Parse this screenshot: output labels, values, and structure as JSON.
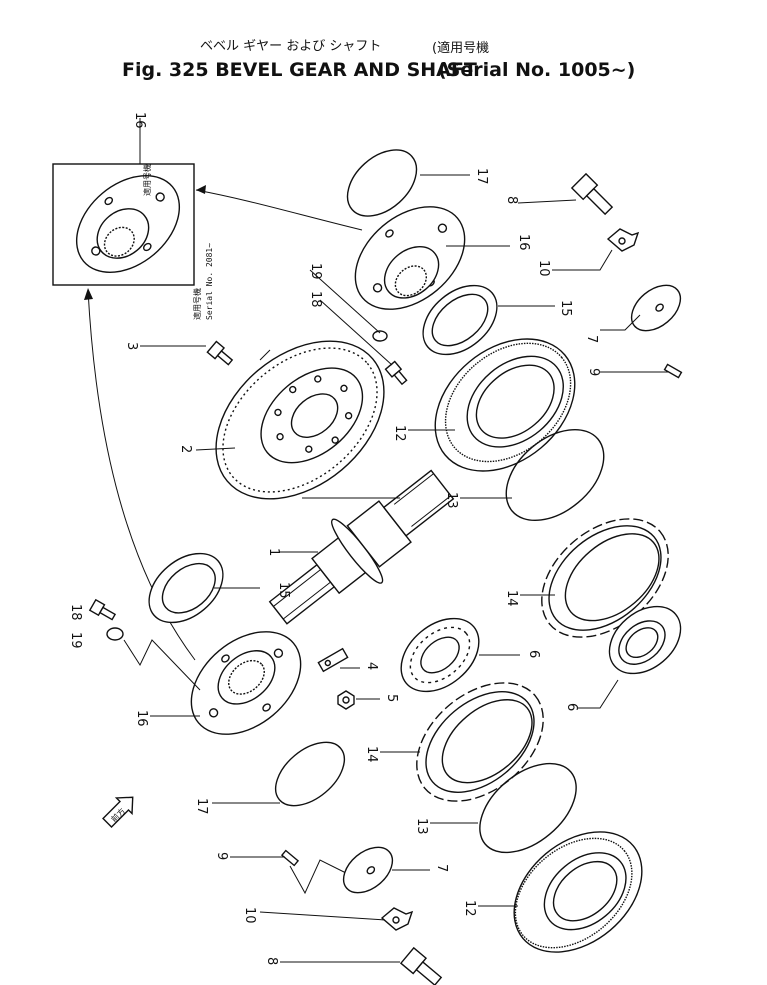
{
  "title": {
    "japanese_line": "ベベル ギヤー および シャフト",
    "japanese_serial": "(適用号機",
    "main": "Fig. 325 BEVEL GEAR AND SHAFT",
    "serial": "(Serial No. 1005~)"
  },
  "inset_note": {
    "jp": "適用号機",
    "text": "Serial No. 2081~"
  },
  "note_left": {
    "jp": "適用号機",
    "text": "Serial No."
  },
  "direction_label": "前方",
  "callouts": [
    {
      "id": "c16a",
      "label": "16"
    },
    {
      "id": "c17a",
      "label": "17"
    },
    {
      "id": "c8a",
      "label": "8"
    },
    {
      "id": "c16b",
      "label": "16"
    },
    {
      "id": "c10a",
      "label": "10"
    },
    {
      "id": "c19a",
      "label": "19"
    },
    {
      "id": "c18a",
      "label": "18"
    },
    {
      "id": "c15a",
      "label": "15"
    },
    {
      "id": "c7a",
      "label": "7"
    },
    {
      "id": "c3",
      "label": "3"
    },
    {
      "id": "c9a",
      "label": "9"
    },
    {
      "id": "c12a",
      "label": "12"
    },
    {
      "id": "c2",
      "label": "2"
    },
    {
      "id": "c13a",
      "label": "13"
    },
    {
      "id": "c1",
      "label": "1"
    },
    {
      "id": "c14a",
      "label": "14"
    },
    {
      "id": "c15b",
      "label": "15"
    },
    {
      "id": "c6a",
      "label": "6"
    },
    {
      "id": "c4",
      "label": "4"
    },
    {
      "id": "c5",
      "label": "5"
    },
    {
      "id": "c18b",
      "label": "18"
    },
    {
      "id": "c19b",
      "label": "19"
    },
    {
      "id": "c6b",
      "label": "6"
    },
    {
      "id": "c16c",
      "label": "16"
    },
    {
      "id": "c14b",
      "label": "14"
    },
    {
      "id": "c17b",
      "label": "17"
    },
    {
      "id": "c13b",
      "label": "13"
    },
    {
      "id": "c9b",
      "label": "9"
    },
    {
      "id": "c7b",
      "label": "7"
    },
    {
      "id": "c12b",
      "label": "12"
    },
    {
      "id": "c10b",
      "label": "10"
    },
    {
      "id": "c8b",
      "label": "8"
    }
  ]
}
